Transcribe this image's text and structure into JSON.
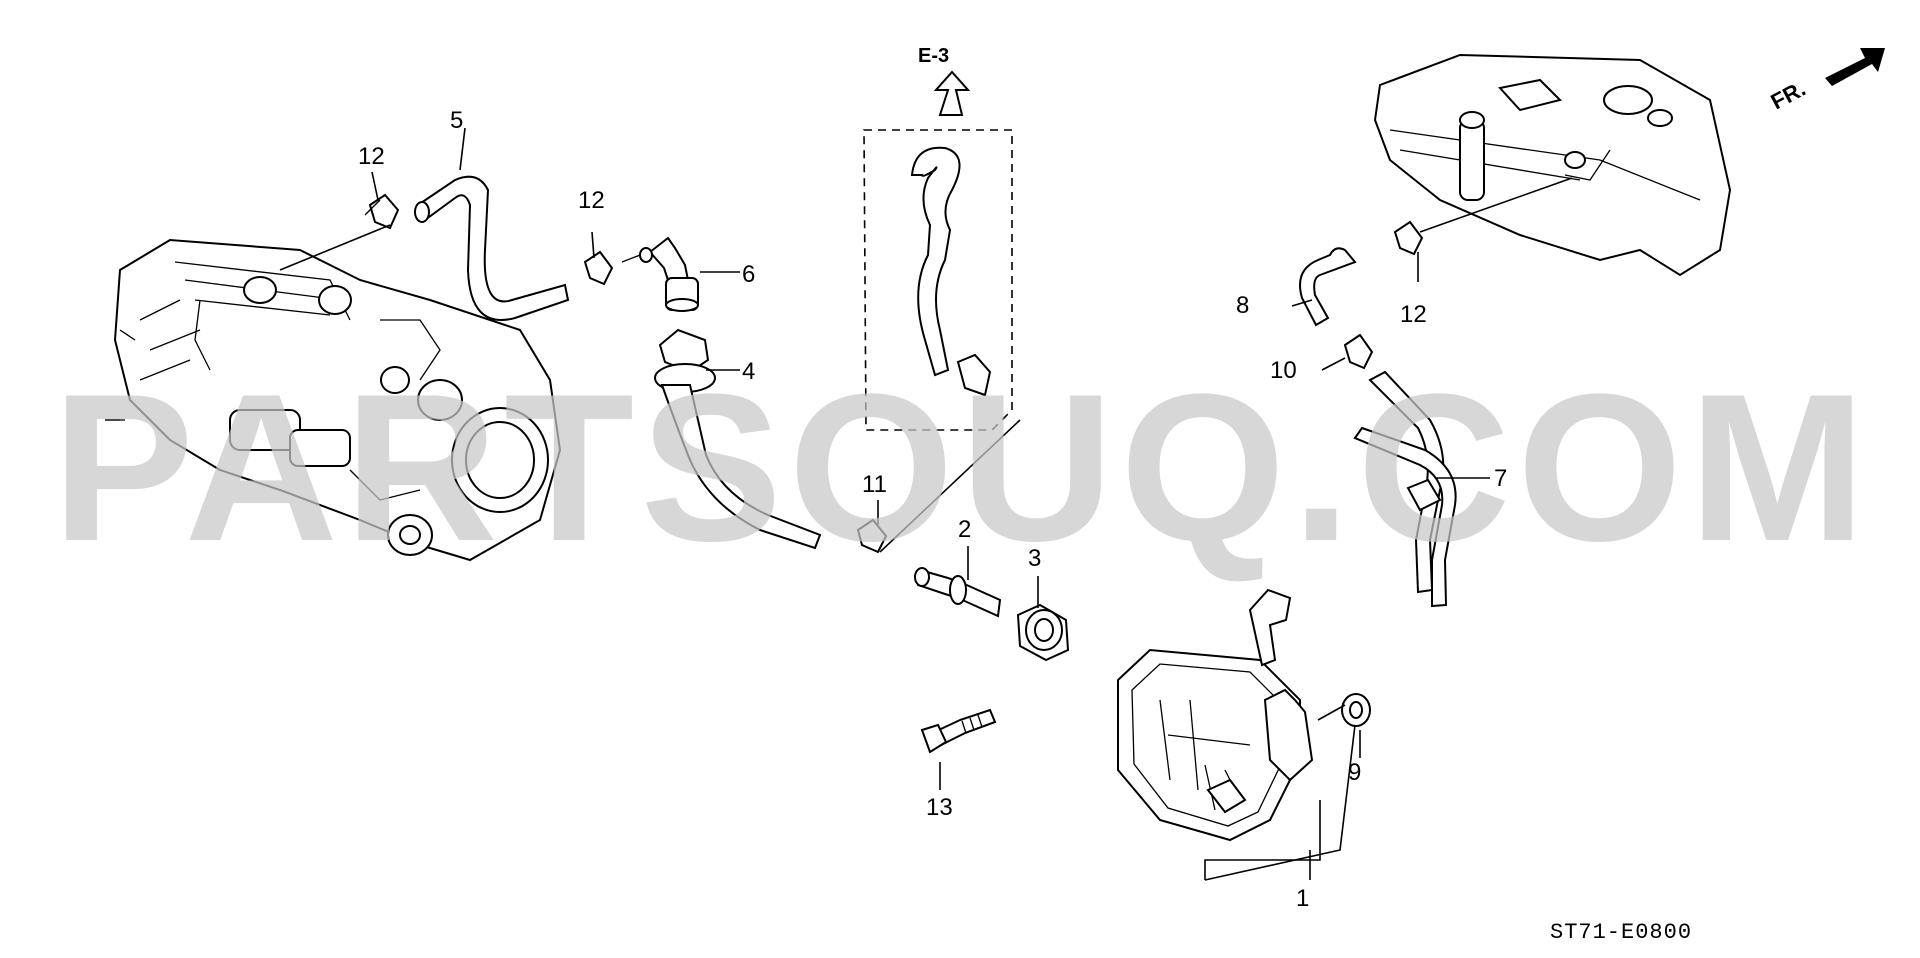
{
  "diagram": {
    "watermark": "PARTSOUQ.COM",
    "reference_code": "ST71-E0800",
    "direction_label": "FR.",
    "section_ref": "E-3",
    "callouts": [
      "1",
      "2",
      "3",
      "4",
      "5",
      "6",
      "7",
      "8",
      "9",
      "10",
      "11",
      "12",
      "13"
    ],
    "callout_12_extra": [
      "12",
      "12"
    ]
  }
}
